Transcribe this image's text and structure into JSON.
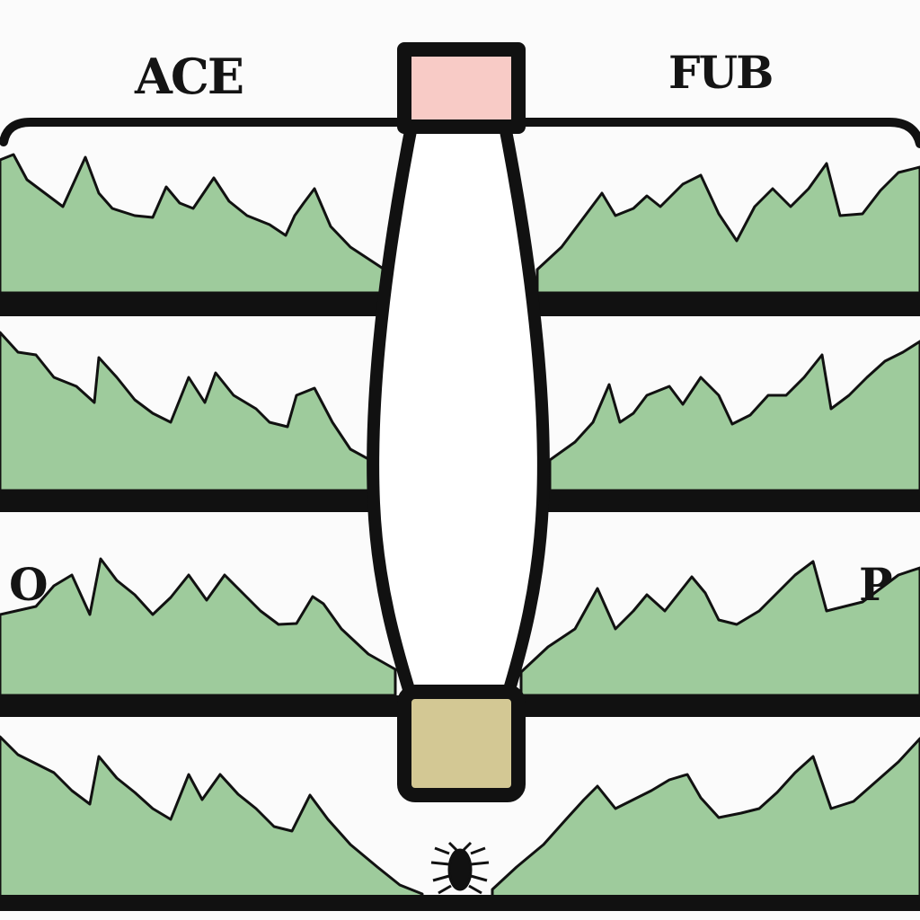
{
  "labels": {
    "top_left": "ACE",
    "top_right": "FUB",
    "mid_left": "O",
    "mid_right": "P"
  },
  "colors": {
    "background": "#fbfbfb",
    "line": "#111111",
    "grass": "#9ecb9c",
    "top_cap": "#f8cbc6",
    "bottom_cap": "#d3c894"
  },
  "icons": {
    "bug": "bug-icon"
  }
}
